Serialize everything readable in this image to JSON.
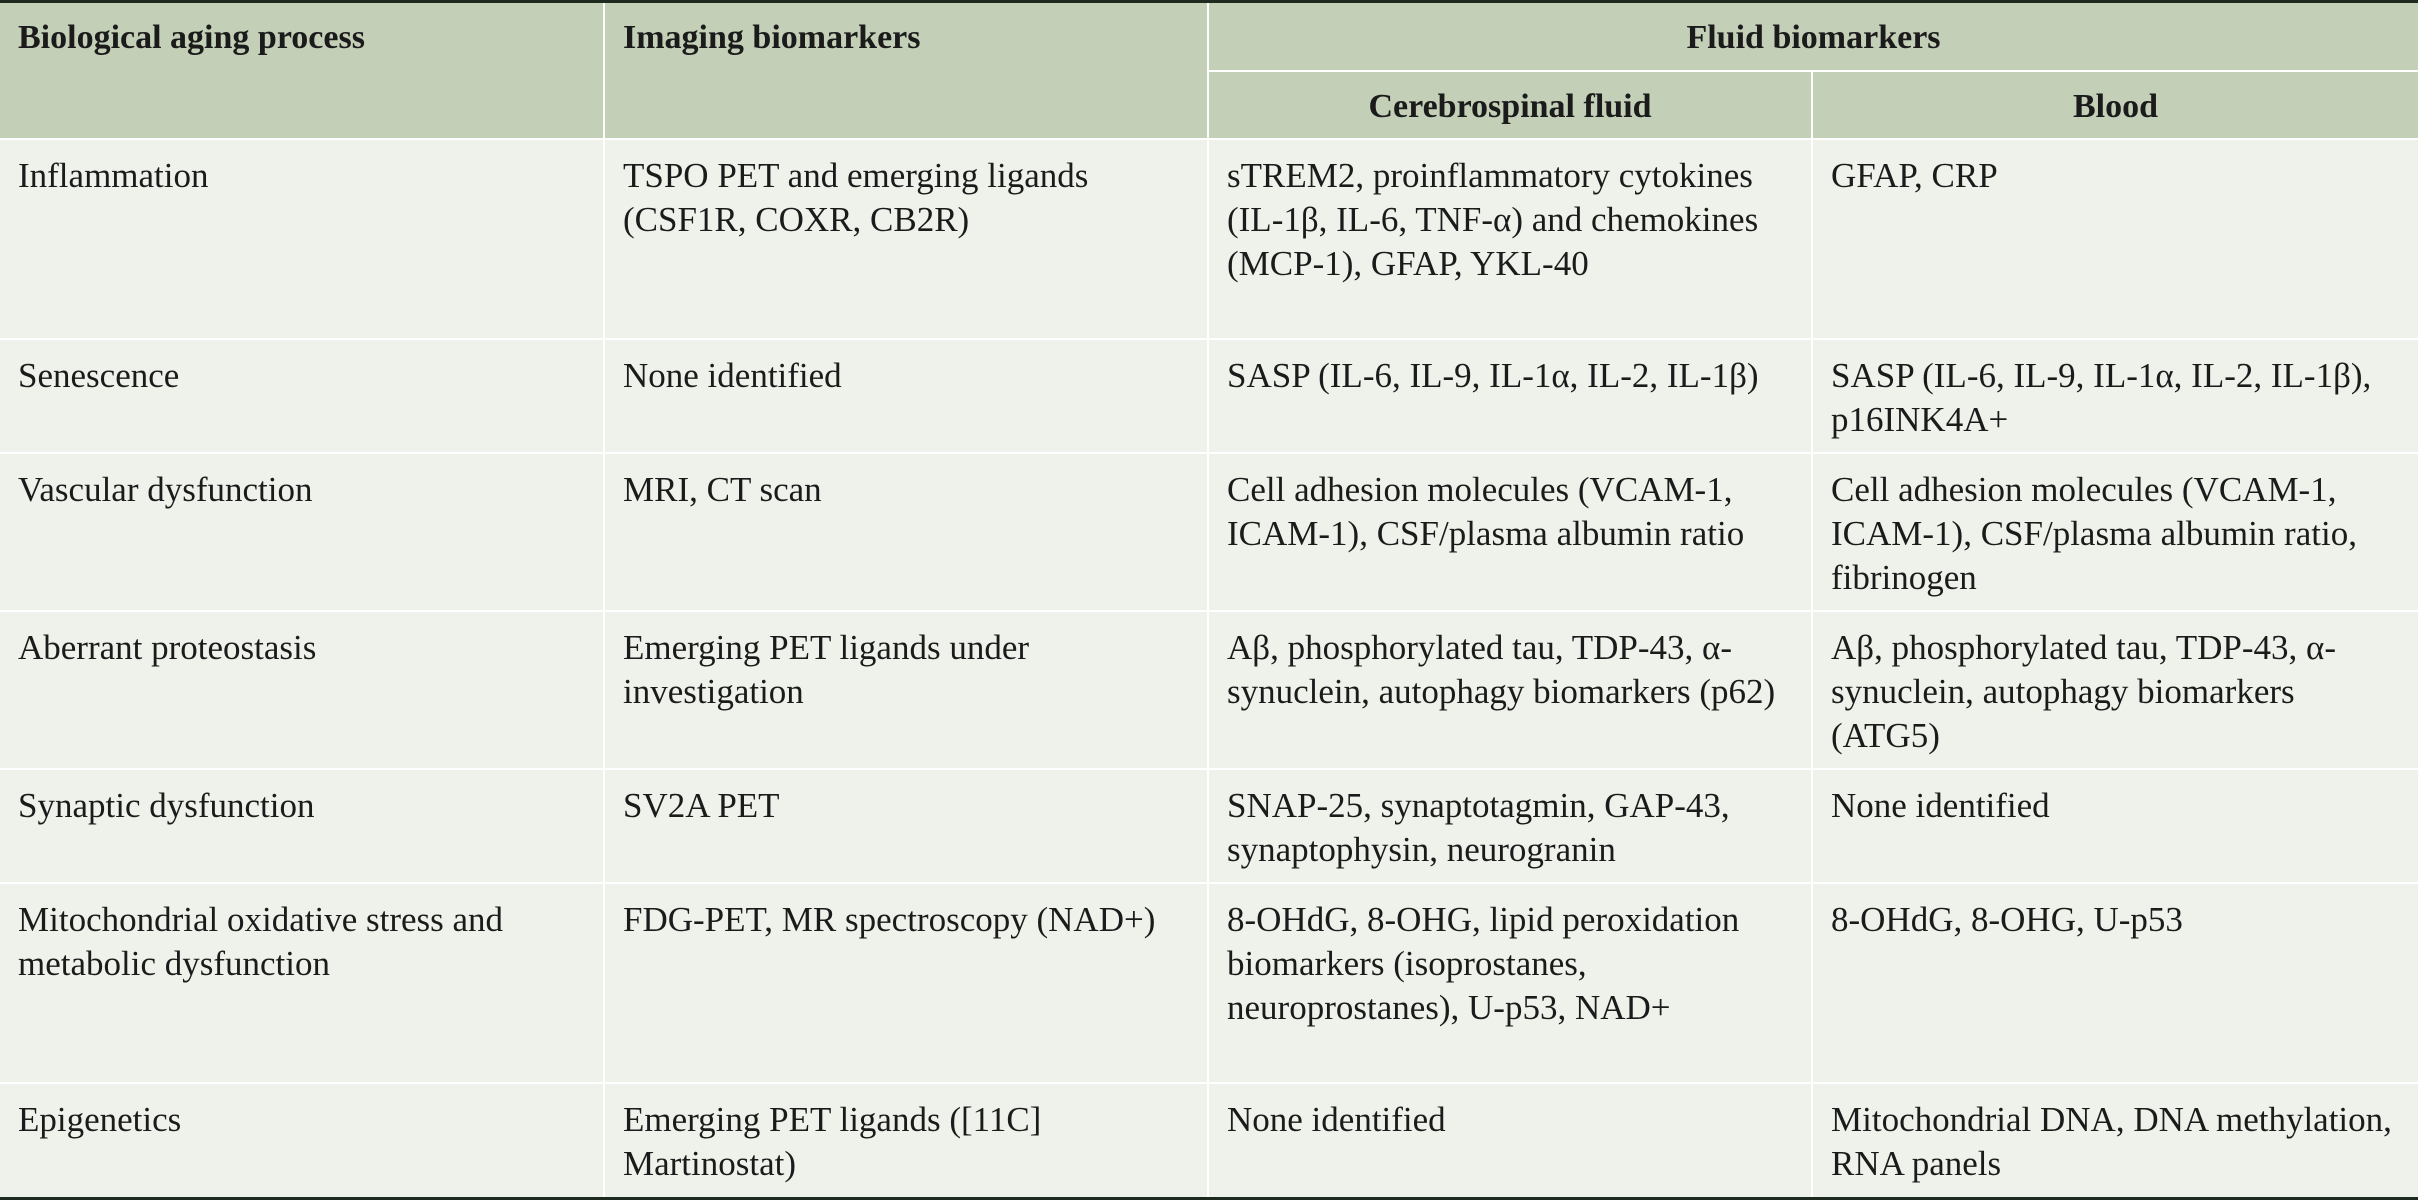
{
  "header": {
    "col1": "Biological aging process",
    "col2": "Imaging biomarkers",
    "group": "Fluid biomarkers",
    "sub1": "Cerebrospinal fluid",
    "sub2": "Blood"
  },
  "rows": [
    {
      "process": "Inflammation",
      "imaging": "TSPO PET and emerging ligands (CSF1R, COXR, CB2R)",
      "csf": "sTREM2, proinflammatory cytokines (IL-1β, IL-6, TNF-α) and chemokines (MCP-1), GFAP, YKL-40",
      "blood": "GFAP, CRP"
    },
    {
      "process": "Senescence",
      "imaging": "None identified",
      "csf": "SASP (IL-6, IL-9, IL-1α, IL-2, IL-1β)",
      "blood": "SASP (IL-6, IL-9, IL-1α, IL-2, IL-1β), p16INK4A+"
    },
    {
      "process": "Vascular dysfunction",
      "imaging": "MRI, CT scan",
      "csf": "Cell adhesion molecules (VCAM-1, ICAM-1), CSF/plasma albumin ratio",
      "blood": "Cell adhesion molecules (VCAM-1, ICAM-1), CSF/plasma albumin ratio, fibrinogen"
    },
    {
      "process": "Aberrant proteostasis",
      "imaging": "Emerging PET ligands under investigation",
      "csf": "Aβ, phosphorylated tau, TDP-43, α-synuclein, autophagy biomarkers (p62)",
      "blood": "Aβ, phosphorylated tau, TDP-43, α-synuclein, autophagy biomarkers (ATG5)"
    },
    {
      "process": "Synaptic dysfunction",
      "imaging": "SV2A PET",
      "csf": "SNAP-25, synaptotagmin, GAP-43, synaptophysin, neurogranin",
      "blood": "None identified"
    },
    {
      "process": "Mitochondrial oxidative stress and metabolic dysfunction",
      "imaging": "FDG-PET, MR spectroscopy (NAD+)",
      "csf": "8-OHdG, 8-OHG, lipid peroxidation biomarkers (isoprostanes, neuroprostanes), U-p53, NAD+",
      "blood": "8-OHdG, 8-OHG, U-p53"
    },
    {
      "process": "Epigenetics",
      "imaging": "Emerging PET ligands ([11C] Martinostat)",
      "csf": "None identified",
      "blood": "Mitochondrial DNA, DNA methylation, RNA panels"
    }
  ],
  "colors": {
    "header_bg": "#c3cfb6",
    "body_bg": "#eef2ea",
    "rule": "#1f2a1f",
    "grid": "#ffffff"
  }
}
